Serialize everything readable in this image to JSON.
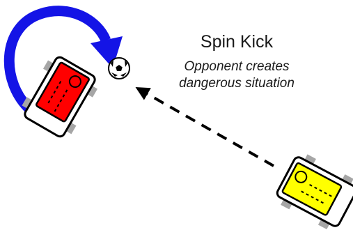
{
  "diagram": {
    "title": "Spin Kick",
    "subtitle_line1": "Opponent creates",
    "subtitle_line2": "dangerous situation"
  },
  "colors": {
    "spin_arrow": "#1414e6",
    "robot_red": "#ff0000",
    "robot_yellow": "#ffff00",
    "outline": "#000000",
    "wheel": "#a6a6a6"
  },
  "icons": {
    "ball": "soccer-ball-icon",
    "spin": "curved-arrow-icon",
    "path": "dashed-arrow-icon"
  }
}
